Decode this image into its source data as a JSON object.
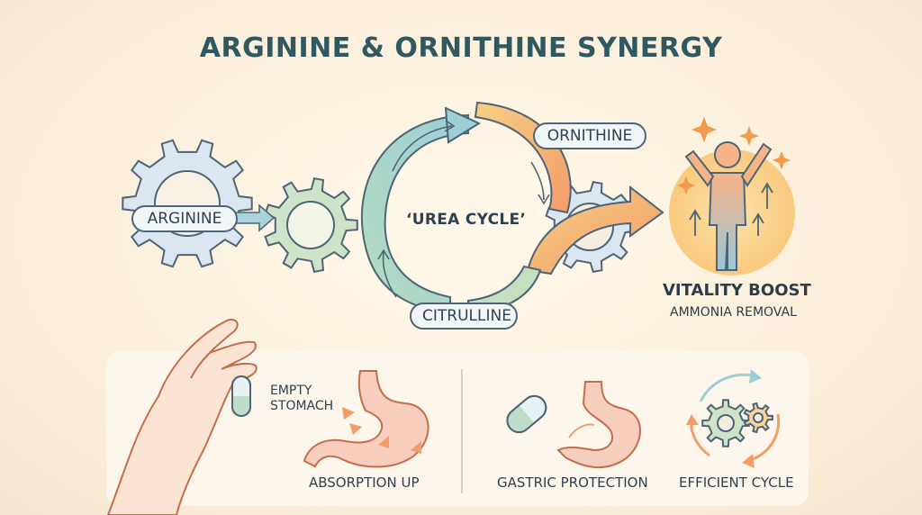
{
  "title": "ARGININE & ORNITHINE SYNERGY",
  "cycle": {
    "input_label": "ARGININE",
    "top_label": "ORNITHINE",
    "center_label": "‘UREA CYCLE’",
    "bottom_label": "CITRULLINE"
  },
  "outcome": {
    "headline": "VITALITY BOOST",
    "subline": "AMMONIA REMOVAL"
  },
  "benefits": {
    "empty_stomach_label": "EMPTY\nSTOMACH",
    "absorption_label": "ABSORPTION UP",
    "gastric_label": "GASTRIC PROTECTION",
    "efficient_label": "EFFICIENT CYCLE"
  },
  "colors": {
    "gear_blue": "#dbe6f1",
    "gear_green": "#cfe3c9",
    "gear_outline": "#4d6576",
    "arrow_teal": "#9fd0cf",
    "arrow_orange": "#f4a466",
    "title": "#2f5860",
    "figure_glow": "#fbd58c"
  },
  "icons": [
    "gear-icon",
    "capsule-icon",
    "stomach-icon",
    "person-icon",
    "sparkle-icon",
    "hand-icon"
  ]
}
